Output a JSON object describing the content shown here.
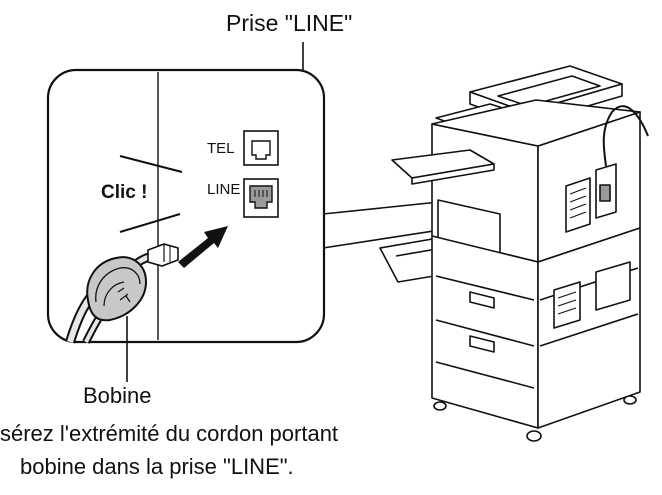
{
  "labels": {
    "prise_line": "Prise \"LINE\"",
    "bobine": "Bobine",
    "clic": "Clic !",
    "tel": "TEL",
    "line": "LINE"
  },
  "instruction": {
    "line1": "sérez l'extrémité du cordon portant",
    "line2": "bobine dans la prise \"LINE\"."
  },
  "colors": {
    "ink": "#111111",
    "socket_shade": "#9a9a9a",
    "coil_fill": "#c8c8c8",
    "cable_fill": "#e6e6e6"
  }
}
